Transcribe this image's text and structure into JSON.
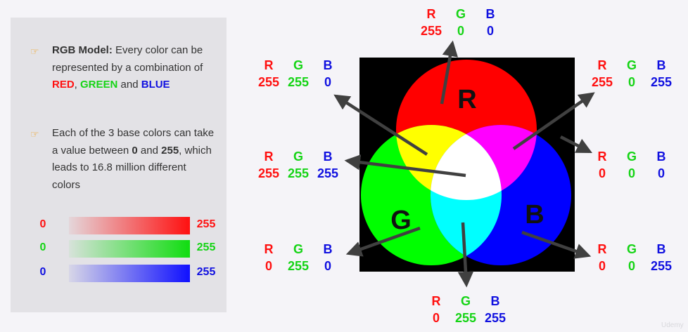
{
  "panel": {
    "bullets": [
      {
        "icon": "pointing-hand-icon",
        "parts": [
          {
            "text": "RGB Model:",
            "style": "b"
          },
          {
            "text": " Every color can be represented by a combination of ",
            "style": ""
          },
          {
            "text": "RED",
            "style": "red"
          },
          {
            "text": ", ",
            "style": ""
          },
          {
            "text": "GREEN",
            "style": "green"
          },
          {
            "text": " and ",
            "style": ""
          },
          {
            "text": "BLUE",
            "style": "blue"
          }
        ]
      },
      {
        "icon": "pointing-hand-icon",
        "parts": [
          {
            "text": "Each of the 3 base colors can take a value between ",
            "style": ""
          },
          {
            "text": "0",
            "style": "b"
          },
          {
            "text": " and ",
            "style": ""
          },
          {
            "text": "255",
            "style": "b"
          },
          {
            "text": ", which leads to 16.8 million different colors",
            "style": ""
          }
        ]
      }
    ],
    "scales": [
      {
        "channel": "red",
        "min": "0",
        "max": "255",
        "color": "#ff1010"
      },
      {
        "channel": "green",
        "min": "0",
        "max": "255",
        "color": "#15d415"
      },
      {
        "channel": "blue",
        "min": "0",
        "max": "255",
        "color": "#1010e0"
      }
    ]
  },
  "diagram": {
    "circle_labels": {
      "red": "R",
      "green": "G",
      "blue": "B"
    },
    "colors": {
      "red": "#ff0000",
      "green": "#00ff00",
      "blue": "#0000ff",
      "yellow": "#ffff00",
      "magenta": "#ff00ff",
      "cyan": "#00ffff",
      "white": "#ffffff",
      "black": "#000000",
      "arrow": "#404040"
    },
    "header": {
      "r": "R",
      "g": "G",
      "b": "B"
    },
    "mixes": [
      {
        "id": "red",
        "r": "255",
        "g": "0",
        "b": "0"
      },
      {
        "id": "yellow",
        "r": "255",
        "g": "255",
        "b": "0"
      },
      {
        "id": "magenta",
        "r": "255",
        "g": "0",
        "b": "255"
      },
      {
        "id": "white",
        "r": "255",
        "g": "255",
        "b": "255"
      },
      {
        "id": "black",
        "r": "0",
        "g": "0",
        "b": "0"
      },
      {
        "id": "green",
        "r": "0",
        "g": "255",
        "b": "0"
      },
      {
        "id": "blue",
        "r": "0",
        "g": "0",
        "b": "255"
      },
      {
        "id": "cyan",
        "r": "0",
        "g": "255",
        "b": "255"
      }
    ]
  },
  "watermark": "Udemy"
}
